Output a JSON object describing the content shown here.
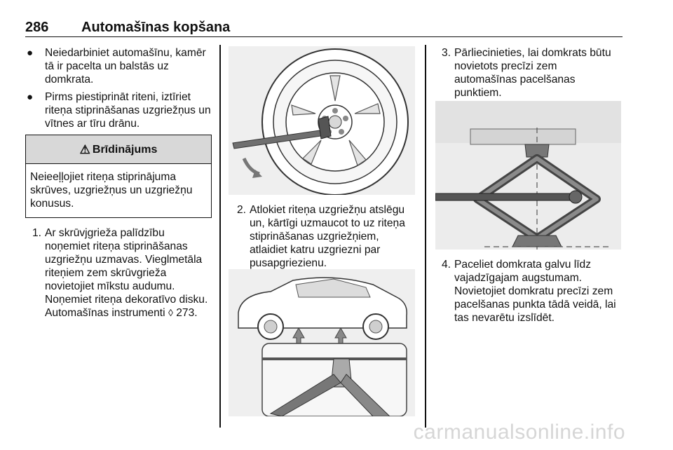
{
  "header": {
    "page_number": "286",
    "section_title": "Automašīnas kopšana"
  },
  "left_column": {
    "bullets": [
      "Neiedarbiniet automašīnu, kamēr tā ir pacelta un balstās uz domkrata.",
      "Pirms piestiprināt riteni, iztīriet riteņa stiprināšanas uzgriežņus un vītnes ar tīru drānu."
    ],
    "warning": {
      "icon": "warning-triangle-icon",
      "title": "Brīdinājums",
      "text": "Neieeļļojiet riteņa stiprinājuma skrūves, uzgriežņus un uzgriežņu konusus."
    },
    "step1": {
      "number": "1.",
      "text": "Ar skrūvjgrieža palīdzību noņemiet riteņa stiprināšanas uzgriežņu uzmavas. Vieglmetāla riteņiem zem skrūvgrieža novietojiet mīkstu audumu. Noņemiet riteņa dekoratīvo disku. Automašīnas instrumenti",
      "ref_glyph": "◊",
      "ref_page": "273."
    }
  },
  "middle_column": {
    "step2": {
      "number": "2.",
      "text": "Atlokiet riteņa uzgriežņu atslēgu un, kārtīgi uzmaucot to uz riteņa stiprināšanas uzgriežņiem, atlaidiet katru uzgriezni par pusapgriezienu."
    }
  },
  "right_column": {
    "step3": {
      "number": "3.",
      "text": "Pārliecinieties, lai domkrats būtu novietots precīzi zem automašīnas pacelšanas punktiem."
    },
    "step4": {
      "number": "4.",
      "text": "Paceliet domkrata galvu līdz vajadzīgajam augstumam. Novietojiet domkratu precīzi zem pacelšanas punkta tādā veidā, lai tas nevarētu izslīdēt."
    }
  },
  "footer": {
    "watermark": "carmanualsonline.info"
  }
}
